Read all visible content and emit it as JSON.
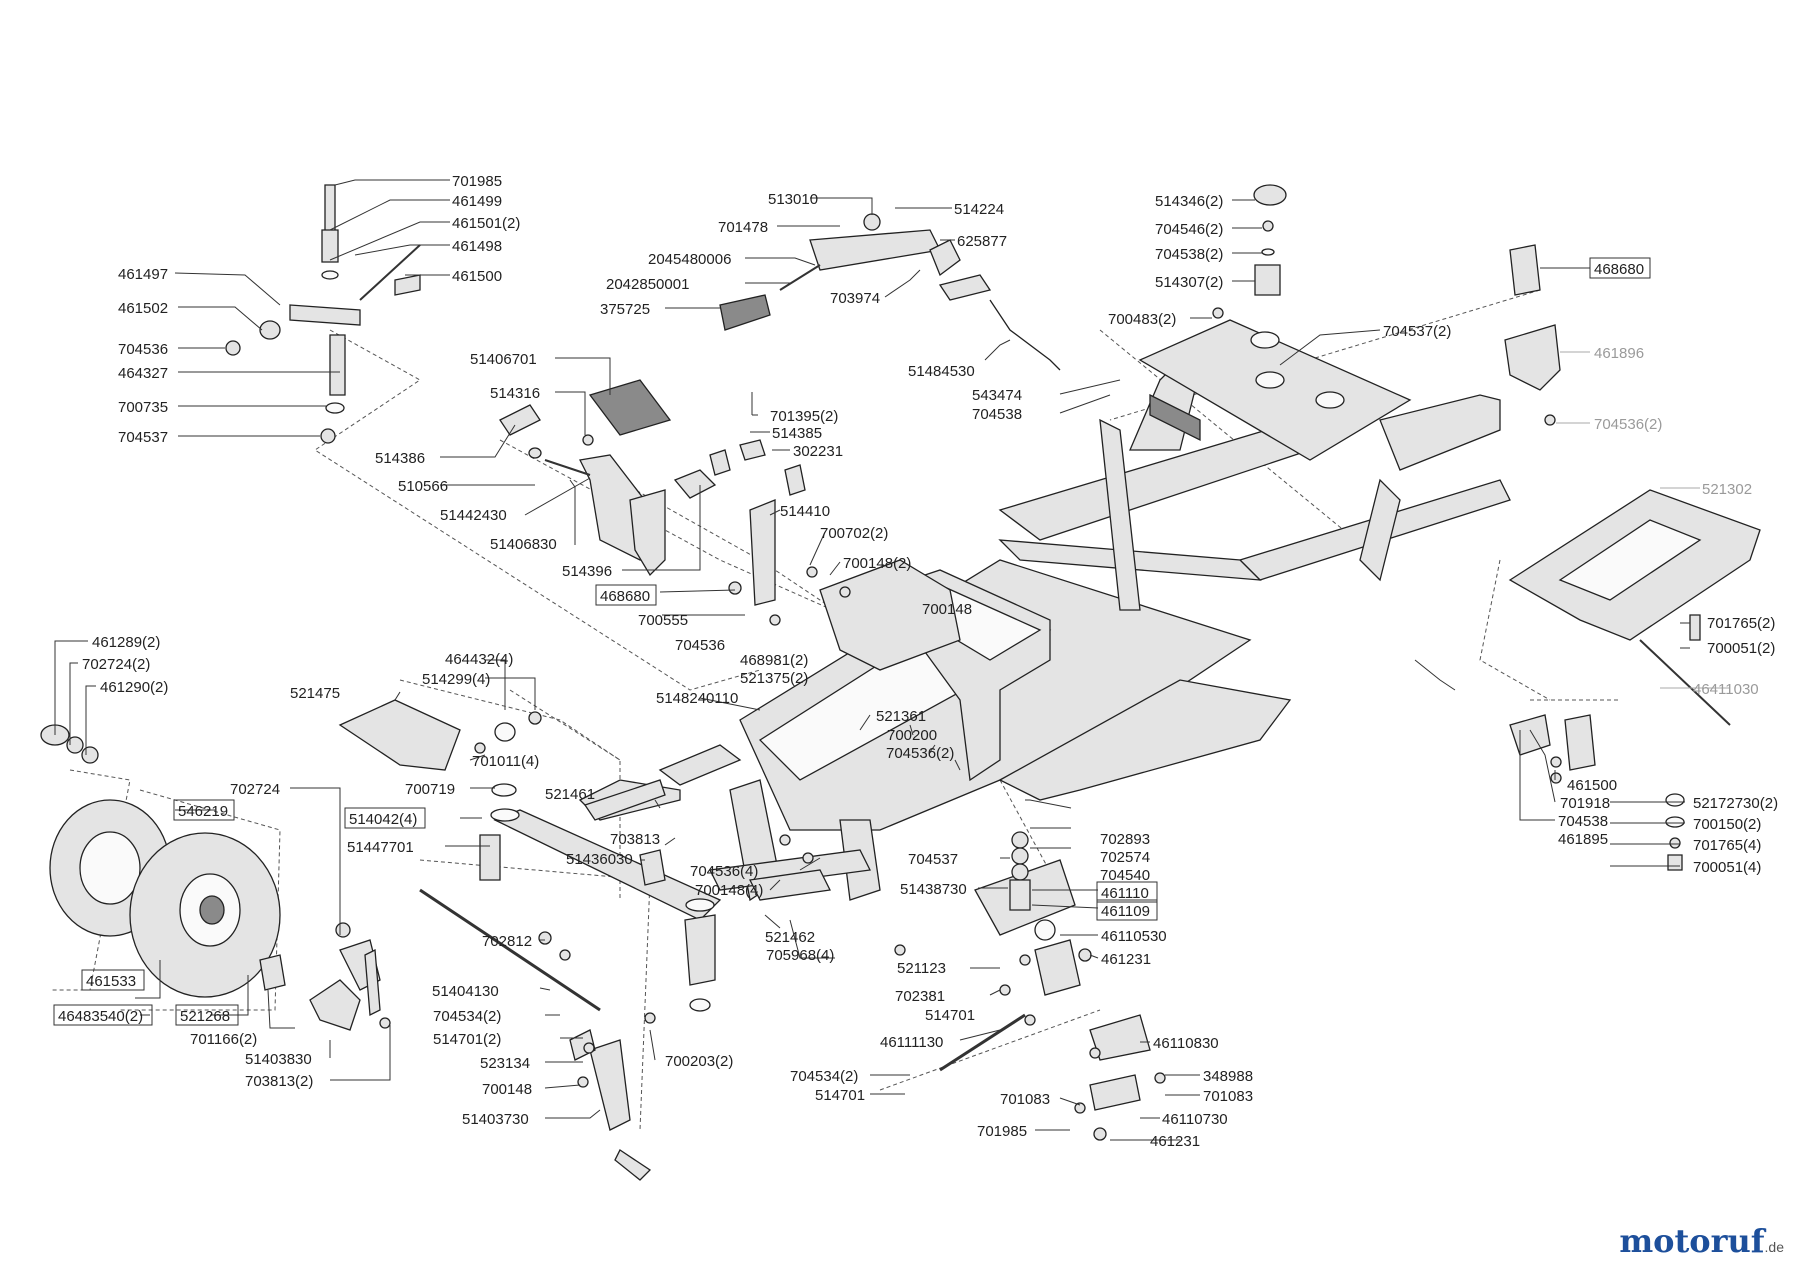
{
  "logo": {
    "text": "motoruf",
    "tld": ".de",
    "color_a": "#1d4f9b",
    "color_b": "#e07b16"
  },
  "labels": [
    {
      "text": "701985"
    },
    {
      "text": "461499"
    },
    {
      "text": "461501(2)"
    },
    {
      "text": "461498"
    },
    {
      "text": "461497"
    },
    {
      "text": "461500"
    },
    {
      "text": "461502"
    },
    {
      "text": "704536"
    },
    {
      "text": "464327"
    },
    {
      "text": "700735"
    },
    {
      "text": "704537"
    },
    {
      "text": "513010"
    },
    {
      "text": "514224"
    },
    {
      "text": "701478"
    },
    {
      "text": "625877"
    },
    {
      "text": "2045480006"
    },
    {
      "text": "2042850001"
    },
    {
      "text": "703974"
    },
    {
      "text": "375725"
    },
    {
      "text": "51484530"
    },
    {
      "text": "543474"
    },
    {
      "text": "704538"
    },
    {
      "text": "514346(2)"
    },
    {
      "text": "704546(2)"
    },
    {
      "text": "704538(2)"
    },
    {
      "text": "514307(2)"
    },
    {
      "text": "700483(2)"
    },
    {
      "text": "704537(2)"
    },
    {
      "text": "468680"
    },
    {
      "text": "461896"
    },
    {
      "text": "704536(2)"
    },
    {
      "text": "521302"
    },
    {
      "text": "51406701"
    },
    {
      "text": "514316"
    },
    {
      "text": "701395(2)"
    },
    {
      "text": "514385"
    },
    {
      "text": "302231"
    },
    {
      "text": "514386"
    },
    {
      "text": "510566"
    },
    {
      "text": "51442430"
    },
    {
      "text": "514410"
    },
    {
      "text": "51406830"
    },
    {
      "text": "700702(2)"
    },
    {
      "text": "514396"
    },
    {
      "text": "700148(2)"
    },
    {
      "text": "468680"
    },
    {
      "text": "700148"
    },
    {
      "text": "700555"
    },
    {
      "text": "704536"
    },
    {
      "text": "468981(2)"
    },
    {
      "text": "521375(2)"
    },
    {
      "text": "701765(2)"
    },
    {
      "text": "700051(2)"
    },
    {
      "text": "461289(2)"
    },
    {
      "text": "702724(2)"
    },
    {
      "text": "461290(2)"
    },
    {
      "text": "464432(4)"
    },
    {
      "text": "514299(4)"
    },
    {
      "text": "521475"
    },
    {
      "text": "5148240110"
    },
    {
      "text": "46411030"
    },
    {
      "text": "521361"
    },
    {
      "text": "700200"
    },
    {
      "text": "704536(2)"
    },
    {
      "text": "701011(4)"
    },
    {
      "text": "700719"
    },
    {
      "text": "702724"
    },
    {
      "text": "521461"
    },
    {
      "text": "546219"
    },
    {
      "text": "514042(4)"
    },
    {
      "text": "51447701"
    },
    {
      "text": "703813"
    },
    {
      "text": "51436030"
    },
    {
      "text": "704536(4)"
    },
    {
      "text": "700148(4)"
    },
    {
      "text": "461500"
    },
    {
      "text": "701918"
    },
    {
      "text": "704538"
    },
    {
      "text": "461895"
    },
    {
      "text": "52172730(2)"
    },
    {
      "text": "700150(2)"
    },
    {
      "text": "701765(4)"
    },
    {
      "text": "700051(4)"
    },
    {
      "text": "702893"
    },
    {
      "text": "702574"
    },
    {
      "text": "704540"
    },
    {
      "text": "704537"
    },
    {
      "text": "461110"
    },
    {
      "text": "461109"
    },
    {
      "text": "51438730"
    },
    {
      "text": "46110530"
    },
    {
      "text": "702812"
    },
    {
      "text": "521462"
    },
    {
      "text": "705968(4)"
    },
    {
      "text": "461231"
    },
    {
      "text": "521123"
    },
    {
      "text": "461533"
    },
    {
      "text": "51404130"
    },
    {
      "text": "702381"
    },
    {
      "text": "46483540(2)"
    },
    {
      "text": "521268"
    },
    {
      "text": "704534(2)"
    },
    {
      "text": "514701"
    },
    {
      "text": "701166(2)"
    },
    {
      "text": "514701(2)"
    },
    {
      "text": "700203(2)"
    },
    {
      "text": "46111130"
    },
    {
      "text": "46110830"
    },
    {
      "text": "51403830"
    },
    {
      "text": "523134"
    },
    {
      "text": "703813(2)"
    },
    {
      "text": "700148"
    },
    {
      "text": "704534(2)"
    },
    {
      "text": "348988"
    },
    {
      "text": "514701"
    },
    {
      "text": "701083"
    },
    {
      "text": "701083"
    },
    {
      "text": "46110730"
    },
    {
      "text": "51403730"
    },
    {
      "text": "701985"
    },
    {
      "text": "461231"
    }
  ]
}
